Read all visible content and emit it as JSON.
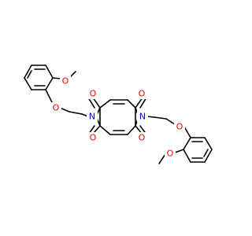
{
  "colors": {
    "carbon": "#000000",
    "oxygen": "#ff0000",
    "nitrogen": "#0000ff",
    "background": "#ffffff"
  },
  "atom_labels": {
    "O_methoxy_left": "O",
    "O_ether_left": "O",
    "N_left": "N",
    "O_carbonyl_top_left": "O",
    "O_carbonyl_bottom_left": "O",
    "O_carbonyl_top_right": "O",
    "O_carbonyl_bottom_right": "O",
    "N_right": "N",
    "O_ether_right": "O",
    "O_methoxy_right": "O"
  }
}
